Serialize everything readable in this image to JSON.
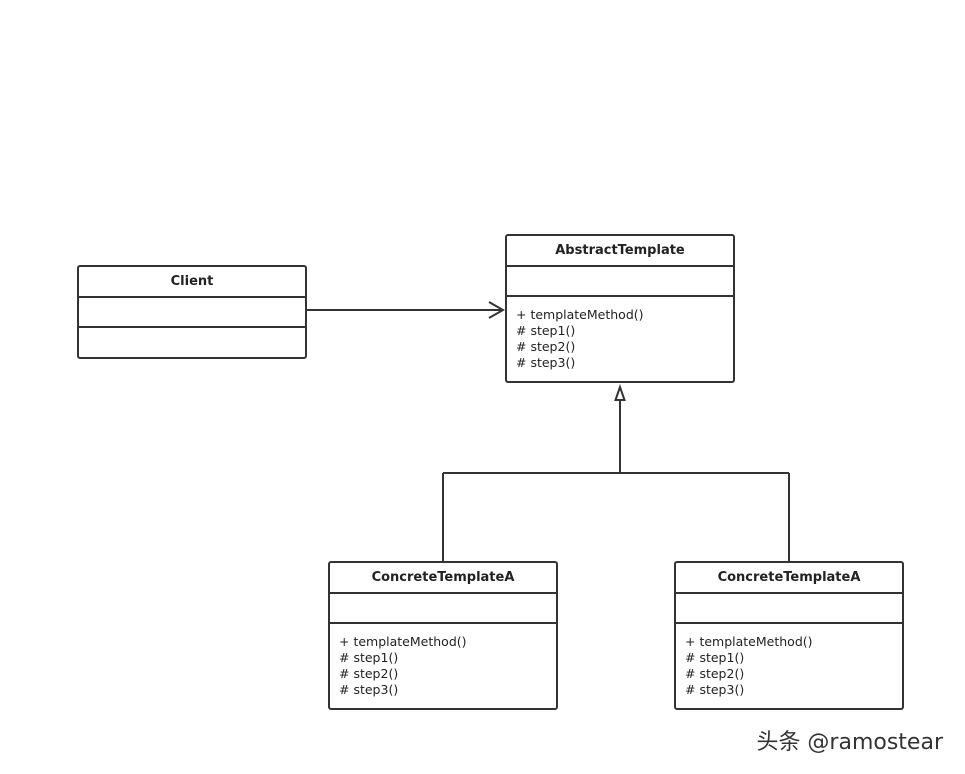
{
  "diagram": {
    "classes": {
      "client": {
        "name": "Client",
        "operations": []
      },
      "abstract_template": {
        "name": "AbstractTemplate",
        "operations": [
          "+ templateMethod()",
          "# step1()",
          "# step2()",
          "# step3()"
        ]
      },
      "concrete_left": {
        "name": "ConcreteTemplateA",
        "operations": [
          "+ templateMethod()",
          "# step1()",
          "# step2()",
          "# step3()"
        ]
      },
      "concrete_right": {
        "name": "ConcreteTemplateA",
        "operations": [
          "+ templateMethod()",
          "# step1()",
          "# step2()",
          "# step3()"
        ]
      }
    },
    "relations": [
      {
        "type": "association",
        "from": "Client",
        "to": "AbstractTemplate"
      },
      {
        "type": "generalization",
        "from": "ConcreteTemplateA",
        "to": "AbstractTemplate"
      },
      {
        "type": "generalization",
        "from": "ConcreteTemplateA",
        "to": "AbstractTemplate"
      }
    ],
    "line_color": "#333333",
    "watermark": "头条 @ramostear"
  }
}
